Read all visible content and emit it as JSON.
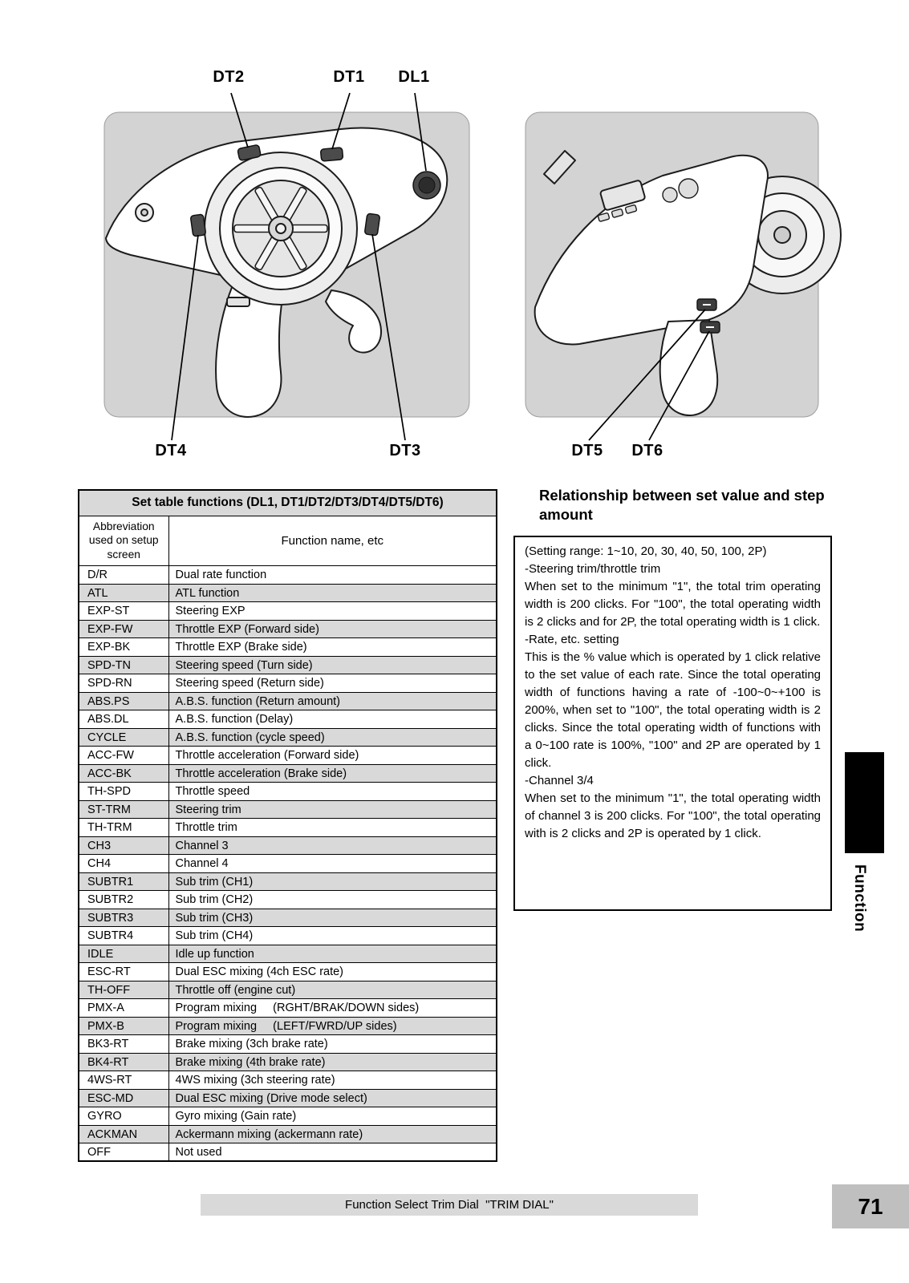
{
  "page": {
    "number": "71",
    "footer_text": "Function Select Trim Dial  \"TRIM DIAL\"",
    "side_tab_label": "Function"
  },
  "diagrams": {
    "front_view": {
      "labels": {
        "dt2": "DT2",
        "dt1": "DT1",
        "dl1": "DL1",
        "dt4": "DT4",
        "dt3": "DT3"
      }
    },
    "side_view": {
      "labels": {
        "dt5": "DT5",
        "dt6": "DT6"
      }
    }
  },
  "functions_table": {
    "title": "Set table functions (DL1, DT1/DT2/DT3/DT4/DT5/DT6)",
    "columns": [
      "Abbreviation used on setup screen",
      "Function name, etc"
    ],
    "rows": [
      {
        "abbr": "D/R",
        "function": "Dual rate function"
      },
      {
        "abbr": "ATL",
        "function": "ATL function"
      },
      {
        "abbr": "EXP-ST",
        "function": "Steering EXP"
      },
      {
        "abbr": "EXP-FW",
        "function": "Throttle EXP (Forward side)"
      },
      {
        "abbr": "EXP-BK",
        "function": "Throttle EXP (Brake side)"
      },
      {
        "abbr": "SPD-TN",
        "function": "Steering speed (Turn side)"
      },
      {
        "abbr": "SPD-RN",
        "function": "Steering speed (Return side)"
      },
      {
        "abbr": "ABS.PS",
        "function": "A.B.S. function (Return amount)"
      },
      {
        "abbr": "ABS.DL",
        "function": "A.B.S. function (Delay)"
      },
      {
        "abbr": "CYCLE",
        "function": "A.B.S. function (cycle speed)"
      },
      {
        "abbr": "ACC-FW",
        "function": "Throttle acceleration (Forward side)"
      },
      {
        "abbr": "ACC-BK",
        "function": "Throttle acceleration (Brake side)"
      },
      {
        "abbr": "TH-SPD",
        "function": "Throttle speed"
      },
      {
        "abbr": "ST-TRM",
        "function": "Steering trim"
      },
      {
        "abbr": "TH-TRM",
        "function": "Throttle trim"
      },
      {
        "abbr": "CH3",
        "function": "Channel 3"
      },
      {
        "abbr": "CH4",
        "function": "Channel 4"
      },
      {
        "abbr": "SUBTR1",
        "function": "Sub trim (CH1)"
      },
      {
        "abbr": "SUBTR2",
        "function": "Sub trim (CH2)"
      },
      {
        "abbr": "SUBTR3",
        "function": "Sub trim (CH3)"
      },
      {
        "abbr": "SUBTR4",
        "function": "Sub trim (CH4)"
      },
      {
        "abbr": "IDLE",
        "function": "Idle up function"
      },
      {
        "abbr": "ESC-RT",
        "function": "Dual ESC mixing (4ch ESC rate)"
      },
      {
        "abbr": "TH-OFF",
        "function": "Throttle off (engine cut)"
      },
      {
        "abbr": "PMX-A",
        "function": "Program mixing     (RGHT/BRAK/DOWN sides)"
      },
      {
        "abbr": "PMX-B",
        "function": "Program mixing     (LEFT/FWRD/UP sides)"
      },
      {
        "abbr": "BK3-RT",
        "function": "Brake mixing (3ch brake rate)"
      },
      {
        "abbr": "BK4-RT",
        "function": "Brake mixing (4th brake rate)"
      },
      {
        "abbr": "4WS-RT",
        "function": "4WS mixing (3ch steering rate)"
      },
      {
        "abbr": "ESC-MD",
        "function": "Dual ESC mixing (Drive mode select)"
      },
      {
        "abbr": "GYRO",
        "function": "Gyro mixing (Gain rate)"
      },
      {
        "abbr": "ACKMAN",
        "function": "Ackermann mixing (ackermann rate)"
      },
      {
        "abbr": "OFF",
        "function": "Not used"
      }
    ]
  },
  "info": {
    "heading": "Relationship between set value and step amount",
    "paragraphs": [
      "(Setting range: 1~10, 20, 30, 40, 50, 100, 2P)",
      "-Steering trim/throttle trim",
      "When set to the minimum \"1\", the total trim operating width is 200 clicks. For \"100\", the total operating width is 2 clicks and for 2P, the total operating width is 1 click.",
      "-Rate, etc. setting",
      "This is the % value which is operated by 1 click relative to the set value of each rate. Since the total operating width of functions having a rate of -100~0~+100 is 200%, when set to \"100\", the total operating width is 2 clicks. Since the total operating width of functions with a 0~100 rate is 100%, \"100\" and 2P are operated by 1 click.",
      "-Channel 3/4",
      "When set to the minimum \"1\", the total operating width of channel 3 is 200 clicks. For \"100\", the total operating with is 2 clicks and 2P is operated by 1 click."
    ]
  },
  "colors": {
    "row_shade": "#d9d9d9",
    "panel_gray": "#d3d3d3",
    "tab_black": "#000000",
    "page_number_gray": "#bfbfbf"
  }
}
